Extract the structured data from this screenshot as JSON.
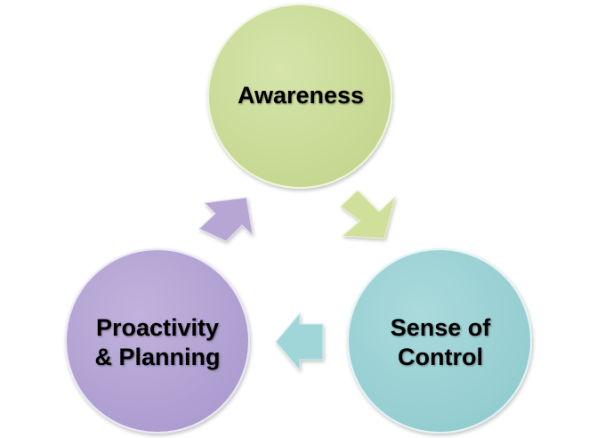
{
  "diagram": {
    "nodes": [
      {
        "label": "Awareness",
        "color": "#cddd9c"
      },
      {
        "label": "Sense of\nControl",
        "color": "#a0d4d6"
      },
      {
        "label": "Proactivity\n& Planning",
        "color": "#b7a8d6"
      }
    ],
    "arrows": [
      {
        "from": "Awareness",
        "to": "Sense of Control",
        "color": "#cddd9c"
      },
      {
        "from": "Sense of Control",
        "to": "Proactivity & Planning",
        "color": "#a0d4d6"
      },
      {
        "from": "Proactivity & Planning",
        "to": "Awareness",
        "color": "#b7a8d6"
      }
    ]
  }
}
